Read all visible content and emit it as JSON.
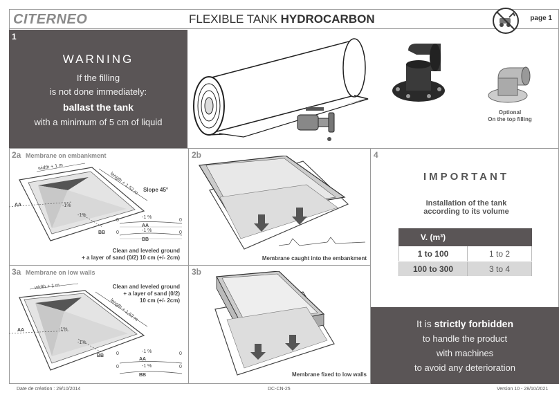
{
  "header": {
    "logo": "CITERNEO",
    "title_light": "FLEXIBLE TANK",
    "title_bold": "HYDROCARBON",
    "page": "page 1",
    "icon": "no-machine-icon"
  },
  "section1": {
    "number": "1",
    "warning_title": "WARNING",
    "line1": "If the filling",
    "line2": "is not done immediately:",
    "line3": "ballast the tank",
    "line4": "with a minimum of 5 cm of liquid",
    "optional_label": "Optional",
    "optional_sub": "On the top filling"
  },
  "section2a": {
    "number": "2a",
    "title": "Membrane on embankment",
    "width_label": "width + 1 m",
    "length_label": "length + 1,52 m",
    "slope_label": "Slope 45°",
    "aa": "AA",
    "bb": "BB",
    "pct1": "-1%",
    "pct2": "-1%",
    "profile_aa": "AA",
    "profile_bb": "BB",
    "profile_pct_top": "-1 %",
    "profile_pct_bottom": "-1 %",
    "zero_a": "0",
    "zero_b": "0",
    "zero_c": "0",
    "zero_d": "0",
    "caption1": "Clean and leveled ground",
    "caption2": "+ a layer of sand (0/2) 10 cm (+/- 2cm)"
  },
  "section2b": {
    "number": "2b",
    "caption": "Membrane caught into the embankment"
  },
  "section3a": {
    "number": "3a",
    "title": "Membrane on low walls",
    "width_label": "width + 1 m",
    "length_label": "length + 1,52 m",
    "aa": "AA",
    "bb": "BB",
    "pct1": "-1%",
    "pct2": "-1%",
    "profile_aa": "AA",
    "profile_bb": "BB",
    "profile_pct_top": "-1 %",
    "profile_pct_bottom": "-1 %",
    "zero_a": "0",
    "zero_b": "0",
    "zero_c": "0",
    "zero_d": "0",
    "caption1": "Clean and leveled ground",
    "caption2": "+ a layer of sand (0/2)",
    "caption3": "10 cm (+/- 2cm)"
  },
  "section3b": {
    "number": "3b",
    "caption": "Membrane fixed to low walls"
  },
  "section4": {
    "number": "4",
    "title": "IMPORTANT",
    "sub1": "Installation of the tank",
    "sub2": "according to its volume",
    "table": {
      "header_left": "V. (m³)",
      "header_right": "",
      "rows": [
        {
          "volume": "1 to 100",
          "value": "1 to 2"
        },
        {
          "volume": "100 to 300",
          "value": "3 to 4"
        }
      ]
    },
    "forbid_line1_pre": "It is ",
    "forbid_line1_bold": "strictly forbidden",
    "forbid_line2": "to handle the product",
    "forbid_line3": "with machines",
    "forbid_line4": "to avoid any deterioration"
  },
  "footer": {
    "created": "Date de création : 29/10/2014",
    "code": "DC-CN-25",
    "version": "Version 10 - 28/10/2021"
  },
  "colors": {
    "dark_panel": "#5a5556",
    "table_alt_row": "#d8d8d8",
    "grey_text": "#8a8a8a"
  }
}
